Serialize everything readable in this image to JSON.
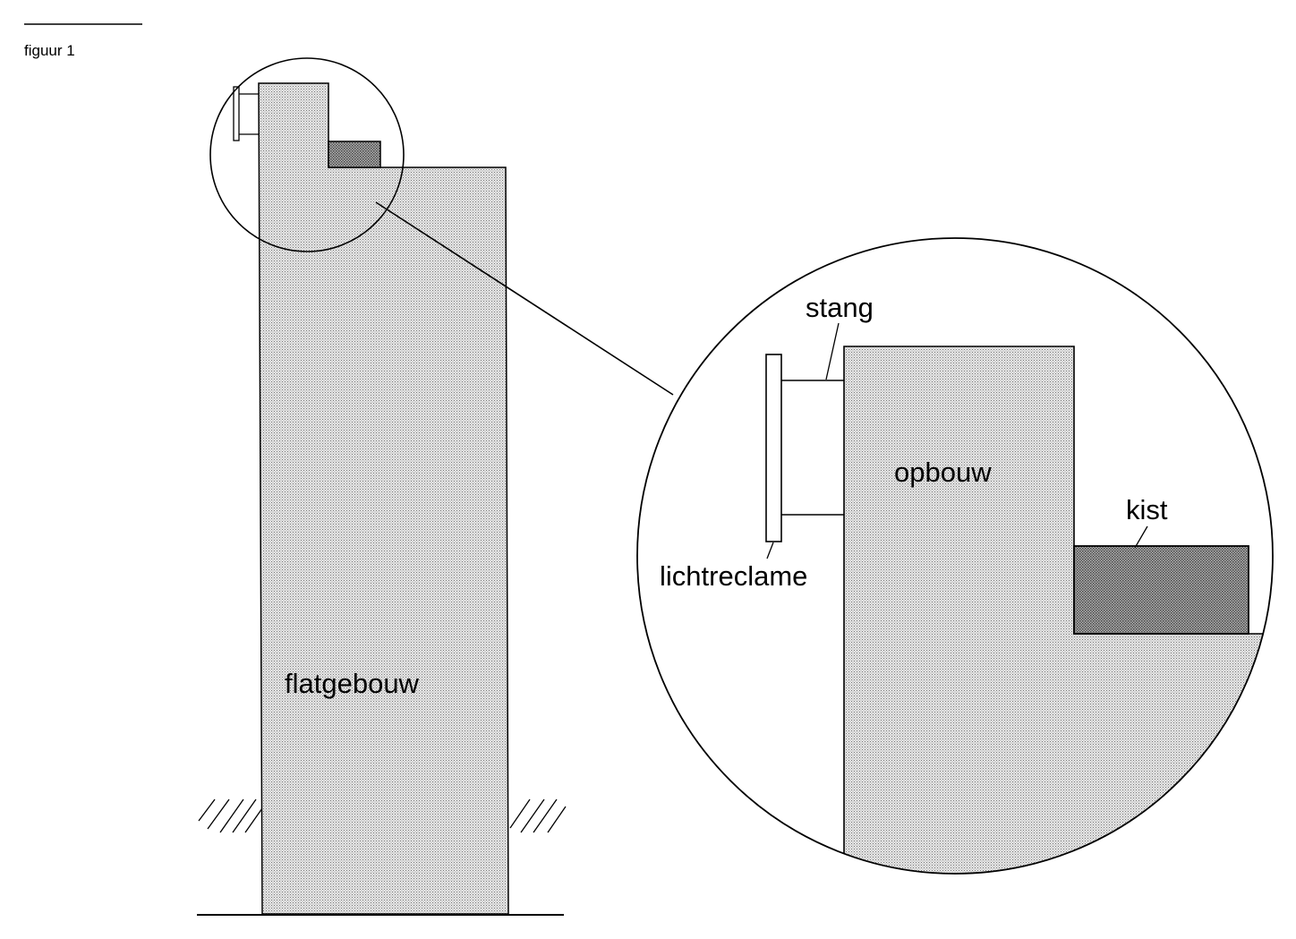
{
  "figure": {
    "caption": "figuur 1"
  },
  "labels": {
    "building": "flatgebouw",
    "superstructure": "opbouw",
    "rod": "stang",
    "box": "kist",
    "illuminated_sign": "lichtreclame"
  },
  "colors": {
    "ink": "#000000",
    "building_fill": "#dcdcdc",
    "box_fill": "#a8a8a8",
    "background": "#ffffff"
  }
}
